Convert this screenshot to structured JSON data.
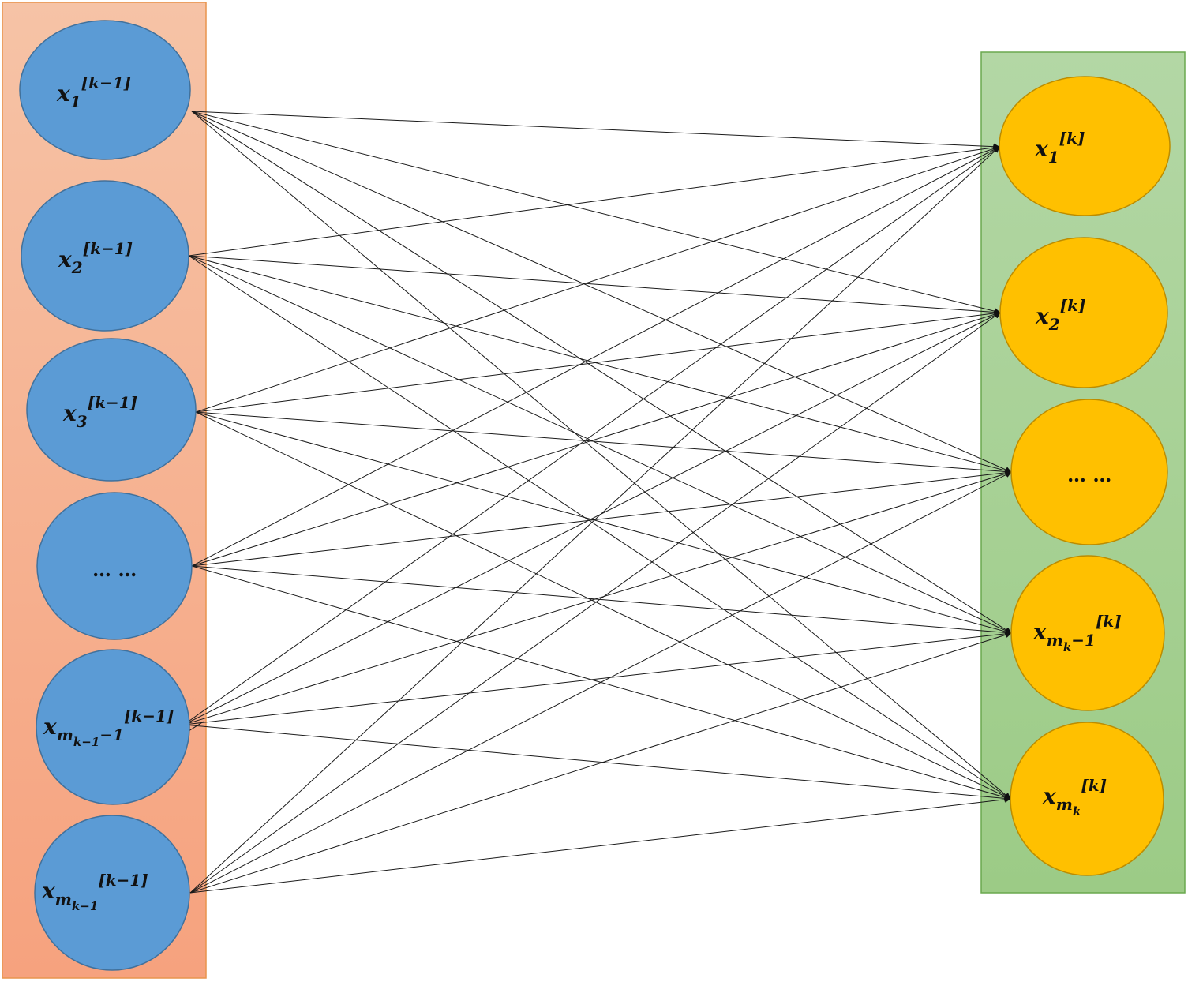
{
  "colors": {
    "input_panel_top": "#f6c3a6",
    "input_panel_bottom": "#f6a27e",
    "input_panel_border": "#e8944d",
    "output_panel_top": "#b3d7a5",
    "output_panel_bottom": "#9ccb86",
    "output_panel_border": "#6aa84f",
    "input_node_fill": "#5b9bd5",
    "input_node_stroke": "#41719c",
    "output_node_fill": "#ffc000",
    "output_node_stroke": "#bc8c00",
    "edge": "#1a1a1a"
  },
  "input_layer": {
    "nodes": [
      {
        "main": "x",
        "sub": "1",
        "subsub": "",
        "subtail": "",
        "sup": "[k−1]"
      },
      {
        "main": "x",
        "sub": "2",
        "subsub": "",
        "subtail": "",
        "sup": "[k−1]"
      },
      {
        "main": "x",
        "sub": "3",
        "subsub": "",
        "subtail": "",
        "sup": "[k−1]"
      },
      {
        "main": "",
        "sub": "",
        "subsub": "",
        "subtail": "",
        "sup": "",
        "dots": "… …"
      },
      {
        "main": "x",
        "sub": "m",
        "subsub": "k−1",
        "subtail": "−1",
        "sup": "[k−1]"
      },
      {
        "main": "x",
        "sub": "m",
        "subsub": "k−1",
        "subtail": "",
        "sup": "[k−1]"
      }
    ]
  },
  "output_layer": {
    "nodes": [
      {
        "main": "x",
        "sub": "1",
        "subsub": "",
        "subtail": "",
        "sup": "[k]"
      },
      {
        "main": "x",
        "sub": "2",
        "subsub": "",
        "subtail": "",
        "sup": "[k]"
      },
      {
        "main": "",
        "sub": "",
        "subsub": "",
        "subtail": "",
        "sup": "",
        "dots": "… …"
      },
      {
        "main": "x",
        "sub": "m",
        "subsub": "k",
        "subtail": "−1",
        "sup": "[k]"
      },
      {
        "main": "x",
        "sub": "m",
        "subsub": "k",
        "subtail": "",
        "sup": "[k]"
      }
    ]
  },
  "connectivity": "fully-connected"
}
